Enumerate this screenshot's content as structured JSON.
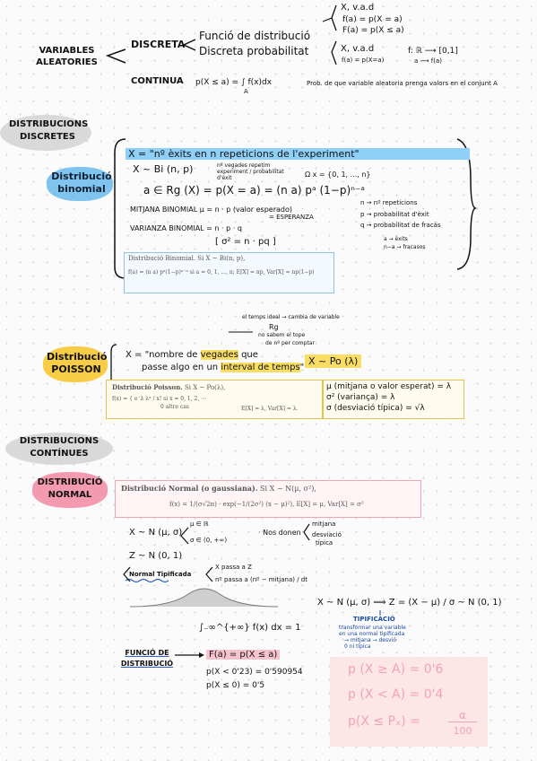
{
  "vars": {
    "title": "VARIABLES ALEATORIES",
    "discreta": "DISCRETA",
    "discreta_items": [
      "Funció de distribució",
      "Discreta probabilitat"
    ],
    "top_right": [
      "X, v.a.d",
      "f(a) = p(X = a)",
      "F(a) = p(X ≤ a)"
    ],
    "mid_right": [
      "X, v.a.d",
      "f(a) = p(X=a)"
    ],
    "map_note": [
      "f: ℝ ⟶ [0,1]",
      "a ⟶ f(a)"
    ],
    "continua": "CONTINUA",
    "continua_formula": "p(X ≤ a) = ∫ f(x)dx",
    "continua_lower": "A",
    "continua_note": "Prob. de que variable aleatoria prenga valors en el conjunt A"
  },
  "discretes": {
    "title": "DISTRIBUCIONS DISCRETES",
    "binomial_tag": "Distribució binomial",
    "x_def": "X = \"nº èxits en n repeticions de l'experiment\"",
    "x_law": "X ~ Bi (n, p)",
    "x_law_note": "nº vegades repetim experiment / probabilitat d'èxit",
    "omega": "Ω x = {0, 1, ..., n}",
    "aerg": "a ∈ Rg (X) = p(X = a) = (n a) pᵃ (1−p)ⁿ⁻ᵃ",
    "mitjana": "MITJANA BINOMIAL  μ = n · p  (valor esperado)",
    "esperanza": "= ESPERANZA",
    "variance": "VARIANZA BINOMIAL = n · p · q",
    "sigma": "[ σ² = n · pq ]",
    "legend": [
      "n → nº repeticions",
      "p → probabilitat d'èxit",
      "q → probabilitat de fracàs",
      "a → èxits",
      "n−a → fracasos"
    ],
    "box_title": "Distribució Binomial. Si X ~ Bi(n, p),",
    "box_formula": "f(a) = (n a) pᵃ(1−p)ⁿ⁻ᵃ   si a = 0, 1, ..., n;   E[X] = np, Var[X] = np(1−p)"
  },
  "poisson": {
    "lambda_note": [
      "el temps ideal → cambia de variable",
      "Rg",
      "no sabem el tope",
      "de nº per comptar"
    ],
    "tag": "Distribució POISSON",
    "x_def_a": "X = \"nombre de ",
    "x_def_hl": "vegades",
    "x_def_b": " que",
    "x_def_c": "passe algo en un ",
    "x_def_hl2": "interval de temps",
    "x_def_d": "\"",
    "law": "X ~ Po (λ)",
    "box_title": "Distribució Poisson.",
    "box_title_rest": " Si X ~ Po(λ),",
    "box_fx": "f(x) = { e⁻λ λˣ / x!   si x = 0, 1, 2, ⋯",
    "box_fx2": "0   altre cas",
    "box_exp": "E[X] = λ, Var[X] = λ.",
    "right": [
      "μ (mitjana o valor esperat) = λ",
      "σ² (variança) = λ",
      "σ (desviació típica) = √λ"
    ]
  },
  "continues": {
    "title": "DISTRIBUCIONS CONTÍNUES",
    "normal_tag": "DISTRIBUCIÓ NORMAL",
    "box_title": "Distribució Normal (o gaussiana).",
    "box_title_rest": " Si X ~ N(μ, σ²),",
    "box_formula": "f(x) = 1/(σ√2π) · exp(−1/(2σ²) (x − μ)²),     E[X] = μ, Var[X] = σ²",
    "law": "X ~ N (μ, σ)",
    "law_mu": "μ ∈ ℝ",
    "law_sigma": "σ ∈ (0, +∞)",
    "donen": "· Nos donen",
    "donen_items": [
      "mitjana",
      "desviació",
      "típica"
    ],
    "z01": "Z ~ N (0, 1)",
    "normal_tip": "Normal Tipificada",
    "tip_items": [
      "X passa a Z",
      "nº passa a  (nº − mitjana) / dt"
    ],
    "integral": "∫₋∞^{+∞} f(x) dx = 1",
    "tip_formula": "X ~ N (μ, σ)  ⟹  Z = (X − μ) / σ  ~ N (0, 1)",
    "tip_note_title": "TIPIFICACIÓ",
    "tip_note": [
      "transformar una variable",
      "en una normal tipificada",
      "→ mitjana    → desvió",
      "0 ni        típica"
    ],
    "func_dist": "FUNCIÓ DE DISTRIBUCIÓ",
    "F": "F(a) = p(X ≤ a)",
    "p1": "p(X < 0'23) = 0'590954",
    "p2": "p(X ≤ 0) = 0'5",
    "pink_lines": [
      "p (X ≥ A) = 0'6",
      "p (X < A)  = 0'4"
    ],
    "pink_last": "p(X ≤ Pₓ) =",
    "pink_frac_num": "α",
    "pink_frac_den": "100"
  }
}
